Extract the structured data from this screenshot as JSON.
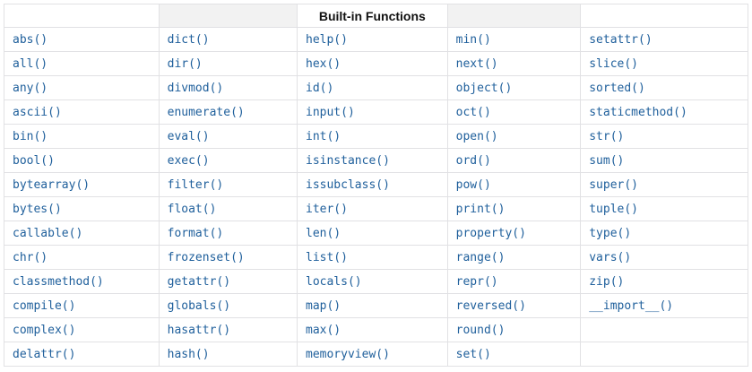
{
  "table": {
    "title": "Built-in Functions",
    "rows": [
      [
        "abs()",
        "dict()",
        "help()",
        "min()",
        "setattr()"
      ],
      [
        "all()",
        "dir()",
        "hex()",
        "next()",
        "slice()"
      ],
      [
        "any()",
        "divmod()",
        "id()",
        "object()",
        "sorted()"
      ],
      [
        "ascii()",
        "enumerate()",
        "input()",
        "oct()",
        "staticmethod()"
      ],
      [
        "bin()",
        "eval()",
        "int()",
        "open()",
        "str()"
      ],
      [
        "bool()",
        "exec()",
        "isinstance()",
        "ord()",
        "sum()"
      ],
      [
        "bytearray()",
        "filter()",
        "issubclass()",
        "pow()",
        "super()"
      ],
      [
        "bytes()",
        "float()",
        "iter()",
        "print()",
        "tuple()"
      ],
      [
        "callable()",
        "format()",
        "len()",
        "property()",
        "type()"
      ],
      [
        "chr()",
        "frozenset()",
        "list()",
        "range()",
        "vars()"
      ],
      [
        "classmethod()",
        "getattr()",
        "locals()",
        "repr()",
        "zip()"
      ],
      [
        "compile()",
        "globals()",
        "map()",
        "reversed()",
        "__import__()"
      ],
      [
        "complex()",
        "hasattr()",
        "max()",
        "round()",
        ""
      ],
      [
        "delattr()",
        "hash()",
        "memoryview()",
        "set()",
        ""
      ]
    ],
    "colors": {
      "link": "#20609c",
      "border": "#e1e1e4",
      "header_shade": "#f2f2f2",
      "title_text": "#111111"
    }
  }
}
